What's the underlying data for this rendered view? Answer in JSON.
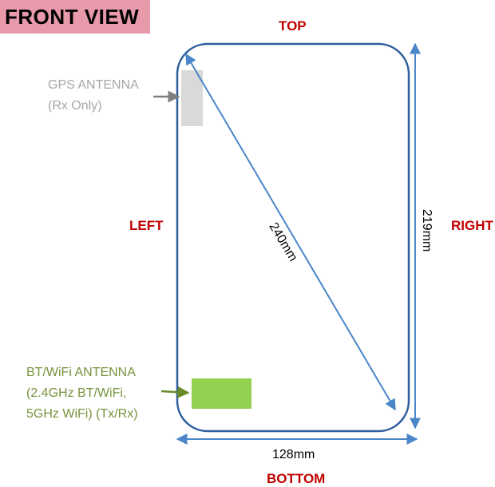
{
  "title": "FRONT VIEW",
  "sides": {
    "top": "TOP",
    "bottom": "BOTTOM",
    "left": "LEFT",
    "right": "RIGHT"
  },
  "dimensions": {
    "diagonal": "240mm",
    "height": "219mm",
    "width": "128mm"
  },
  "antennas": {
    "gps": {
      "line1": "GPS ANTENNA",
      "line2": "(Rx Only)",
      "color": "#a6a6a6",
      "block_color": "#d9d9d9"
    },
    "bt_wifi": {
      "line1": "BT/WiFi ANTENNA",
      "line2": "(2.4GHz BT/WiFi,",
      "line3": "5GHz WiFi) (Tx/Rx)",
      "color": "#77933c",
      "block_color": "#92d050"
    }
  },
  "colors": {
    "title_bg": "#e89aaa",
    "side_labels": "#c00000",
    "outline": "#2e5f9e",
    "dimension_arrows": "#4a86c8"
  }
}
